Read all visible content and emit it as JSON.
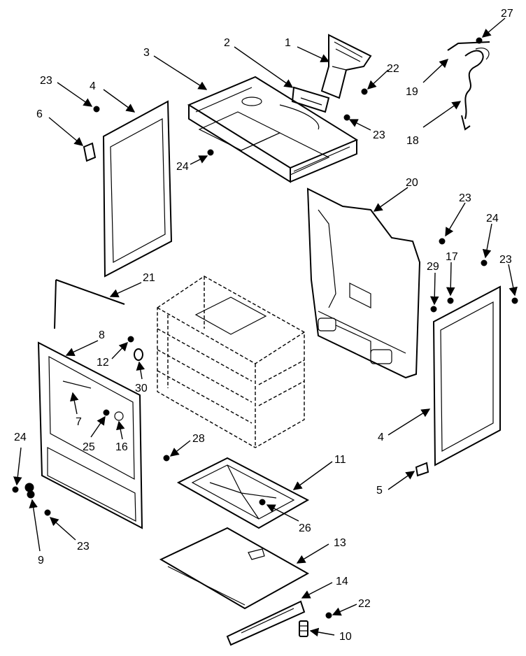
{
  "callouts": {
    "c1": "1",
    "c2": "2",
    "c3": "3",
    "c4a": "4",
    "c4b": "4",
    "c5": "5",
    "c6": "6",
    "c7": "7",
    "c8": "8",
    "c9": "9",
    "c10": "10",
    "c11": "11",
    "c12": "12",
    "c13": "13",
    "c14": "14",
    "c16": "16",
    "c17": "17",
    "c18": "18",
    "c19": "19",
    "c20": "20",
    "c21": "21",
    "c22a": "22",
    "c22b": "22",
    "c23a": "23",
    "c23b": "23",
    "c23c": "23",
    "c23d": "23",
    "c23e": "23",
    "c24a": "24",
    "c24b": "24",
    "c24c": "24",
    "c25": "25",
    "c26": "26",
    "c27": "27",
    "c28": "28",
    "c29": "29",
    "c30": "30"
  }
}
